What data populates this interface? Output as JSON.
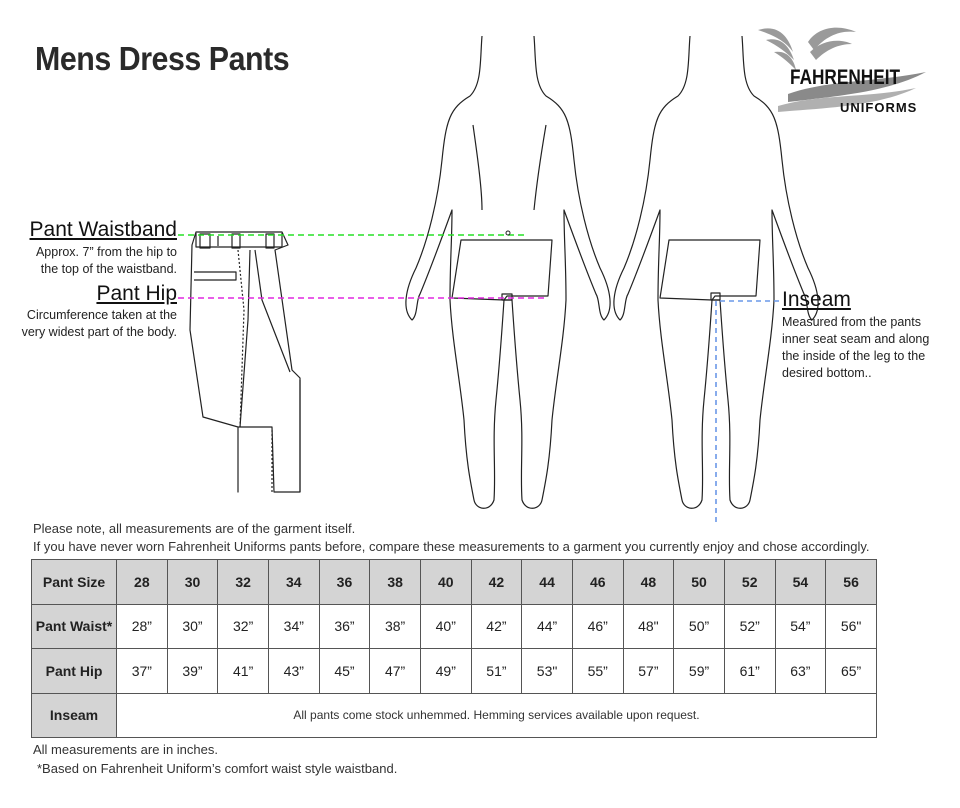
{
  "title": "Mens Dress Pants",
  "logo": {
    "line1": "FAHRENHEIT",
    "line2": "UNIFORMS"
  },
  "labels": {
    "waistband": {
      "heading": "Pant Waistband",
      "desc1": "Approx.  7” from the hip to",
      "desc2": "the top of the waistband."
    },
    "hip": {
      "heading": "Pant Hip",
      "desc1": "Circumference taken at the",
      "desc2": "very widest part of the body."
    },
    "inseam": {
      "heading": "Inseam",
      "desc1": "Measured from the pants",
      "desc2": "inner seat seam and along",
      "desc3": "the inside of the leg to the",
      "desc4": "desired bottom.."
    }
  },
  "colors": {
    "waistband_line": "#27e027",
    "hip_line": "#e028e0",
    "inseam_line": "#6a98e8",
    "header_bg": "#d4d4d4"
  },
  "notes": {
    "top1": "Please note, all measurements are of the garment itself.",
    "top2": "If you have never worn Fahrenheit Uniforms pants before, compare these measurements to a garment you currently enjoy and chose accordingly.",
    "bottom1": "All measurements are in inches.",
    "bottom2": "*Based on Fahrenheit Uniform’s comfort waist style waistband."
  },
  "table": {
    "row_headers": [
      "Pant Size",
      "Pant Waist*",
      "Pant Hip",
      "Inseam"
    ],
    "sizes": [
      "28",
      "30",
      "32",
      "34",
      "36",
      "38",
      "40",
      "42",
      "44",
      "46",
      "48",
      "50",
      "52",
      "54",
      "56"
    ],
    "waist": [
      "28”",
      "30”",
      "32”",
      "34”",
      "36”",
      "38”",
      "40”",
      "42”",
      "44”",
      "46”",
      "48\"",
      "50”",
      "52”",
      "54”",
      "56\""
    ],
    "hip": [
      "37”",
      "39”",
      "41”",
      "43”",
      "45”",
      "47”",
      "49”",
      "51”",
      "53\"",
      "55”",
      "57”",
      "59”",
      "61”",
      "63”",
      "65”"
    ],
    "inseam_text": "All pants come stock unhemmed. Hemming services available upon request."
  }
}
